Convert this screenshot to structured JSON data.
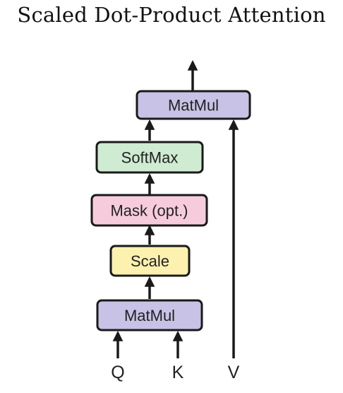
{
  "diagram": {
    "title": "Scaled Dot-Product Attention",
    "blocks": {
      "matmul_top": {
        "label": "MatMul",
        "color": "#c8c2e6"
      },
      "softmax": {
        "label": "SoftMax",
        "color": "#cfebd2"
      },
      "mask": {
        "label": "Mask (opt.)",
        "color": "#f6ccdd"
      },
      "scale": {
        "label": "Scale",
        "color": "#fcf1ae"
      },
      "matmul_bottom": {
        "label": "MatMul",
        "color": "#c8c2e6"
      }
    },
    "inputs": {
      "q": "Q",
      "k": "K",
      "v": "V"
    },
    "stroke_color": "#1a1a1a"
  }
}
